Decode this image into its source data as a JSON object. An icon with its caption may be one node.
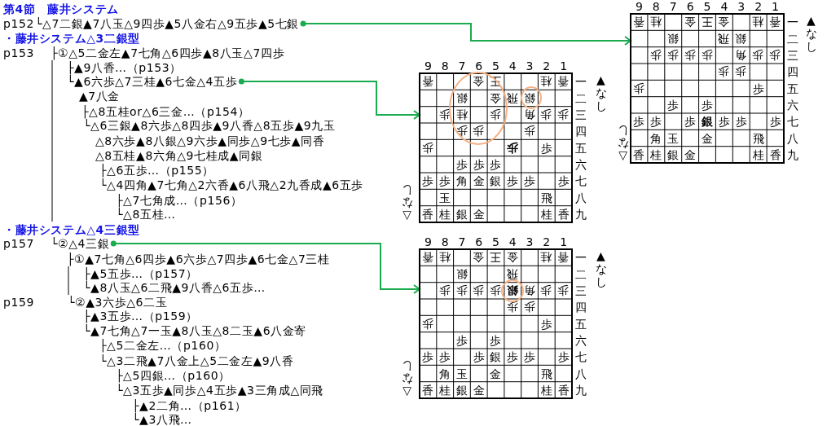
{
  "diagram": {
    "title": "第4節　藤井システム",
    "nodes": [
      {
        "text": [
          "└△7二銀▲7八玉△9四歩▲5八金右△9五歩▲5七銀"
        ]
      },
      {
        "text": [
          "└▲6六歩△7三桂▲6七金△4五歩"
        ]
      },
      {
        "text": [
          "└②△4三銀"
        ]
      },
      {
        "text": [
          "▲なし"
        ],
        "beside": [
          "△なし"
        ]
      },
      {
        "text": [
          "▲なし"
        ],
        "beside": [
          "△なし"
        ]
      },
      {
        "text": [
          "▲なし"
        ],
        "beside": [
          "△なし"
        ]
      }
    ],
    "edges": [
      {
        "from": 0,
        "to": 3,
        "arrow": "to"
      },
      {
        "from": 1,
        "to": 4,
        "arrow": "to"
      },
      {
        "from": 2,
        "to": 5,
        "arrow": "to"
      }
    ],
    "labels": [
      "p152",
      "・藤井システム△3二銀型",
      "p153",
      "├①△5二金左▲7七角△6四歩▲8八玉△7四歩",
      "├▲9八香…（p153）",
      "▲7八金",
      "├△8五桂or△6三金…（p154）",
      "└△6三銀▲8六歩△8四歩▲9八香△8五歩▲9九玉",
      "△8六歩▲8八銀△9六歩▲同歩△9七歩▲同香",
      "△8五桂▲8六角△9七桂成▲同銀",
      "├△6五歩…（p155）",
      "└△4四角▲7七角△2六香▲6八飛△2九香成▲6五歩",
      "├△7七角成…（p156）",
      "└△8五桂…",
      "・藤井システム△4三銀型",
      "p157",
      "├①▲7七角△6四歩▲6六歩△7四歩▲6七金△7三桂",
      "├▲5五歩…（p157）",
      "└▲8八玉△6二飛▲9八香△6五歩…",
      "p159",
      "└②▲3六歩△6二玉",
      "├▲3五歩…（p159）",
      "└▲7七角△7一玉▲8八玉△8二玉▲6八金寄",
      "├△5二金左…（p160）",
      "└△3二飛▲7八金上△5二金左▲9八香",
      "├△5四銀…（p160）",
      "└△3五歩▲同歩△4五歩▲3三角成△同飛",
      "├▲2二角…（p161）",
      "└▲3八飛…",
      "9",
      "8",
      "7",
      "6",
      "5",
      "4",
      "3",
      "2",
      "1",
      "一",
      "二",
      "三",
      "四",
      "五",
      "六",
      "七",
      "八",
      "九",
      "香",
      "桂",
      "金",
      "王",
      "金",
      "桂",
      "香",
      "銀",
      "飛",
      "銀",
      "歩",
      "歩",
      "歩",
      "歩",
      "角",
      "歩",
      "歩",
      "歩",
      "歩",
      "歩",
      "歩",
      "歩",
      "歩",
      "歩",
      "歩",
      "歩",
      "銀",
      "歩",
      "歩",
      "歩",
      "角",
      "玉",
      "金",
      "飛",
      "香",
      "桂",
      "銀",
      "金",
      "桂",
      "香",
      "9",
      "8",
      "7",
      "6",
      "5",
      "4",
      "3",
      "2",
      "1",
      "一",
      "二",
      "三",
      "四",
      "五",
      "六",
      "七",
      "八",
      "九",
      "香",
      "金",
      "王",
      "桂",
      "香",
      "銀",
      "金",
      "飛",
      "銀",
      "歩",
      "桂",
      "歩",
      "角",
      "歩",
      "歩",
      "歩",
      "歩",
      "歩",
      "歩",
      "歩",
      "歩",
      "歩",
      "歩",
      "歩",
      "歩",
      "歩",
      "角",
      "金",
      "銀",
      "歩",
      "歩",
      "歩",
      "玉",
      "飛",
      "香",
      "桂",
      "銀",
      "金",
      "桂",
      "香",
      "9",
      "8",
      "7",
      "6",
      "5",
      "4",
      "3",
      "2",
      "1",
      "一",
      "二",
      "三",
      "四",
      "五",
      "六",
      "七",
      "八",
      "九",
      "香",
      "桂",
      "金",
      "王",
      "金",
      "桂",
      "香",
      "銀",
      "飛",
      "歩",
      "歩",
      "歩",
      "歩",
      "銀",
      "角",
      "歩",
      "歩",
      "歩",
      "歩",
      "歩",
      "歩",
      "歩",
      "歩",
      "歩",
      "歩",
      "歩",
      "銀",
      "歩",
      "歩",
      "歩",
      "角",
      "玉",
      "金",
      "飛",
      "香",
      "桂",
      "銀",
      "金",
      "桂",
      "香"
    ]
  }
}
